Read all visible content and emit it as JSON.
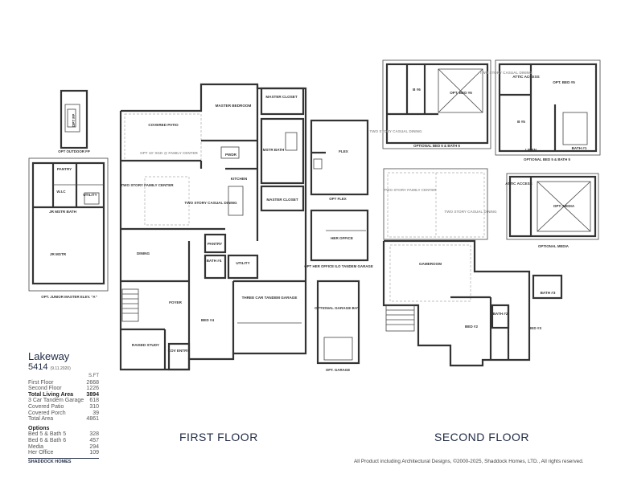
{
  "plan": {
    "name": "Lakeway",
    "number": "5414",
    "date": "(9.11.2020)",
    "area_header": "S.FT",
    "areas": [
      {
        "label": "First Floor",
        "value": "2668",
        "bold": false
      },
      {
        "label": "Second Floor",
        "value": "1226",
        "bold": false
      },
      {
        "label": "Total Living Area",
        "value": "3894",
        "bold": true
      },
      {
        "label": "3 Car Tandem Garage",
        "value": "618",
        "bold": false
      },
      {
        "label": "Covered Patio",
        "value": "310",
        "bold": false
      },
      {
        "label": "Covered Porch",
        "value": "39",
        "bold": false
      },
      {
        "label": "Total Area",
        "value": "4861",
        "bold": false
      }
    ],
    "options_title": "Options",
    "options": [
      {
        "label": "Bed 5 & Bath 5",
        "value": "328"
      },
      {
        "label": "Bed 6 & Bath 6",
        "value": "457"
      },
      {
        "label": "Media",
        "value": "294"
      },
      {
        "label": "Her Office",
        "value": "109"
      }
    ],
    "brand": "SHADDOCK HOMES"
  },
  "titles": {
    "first_floor": "FIRST FLOOR",
    "second_floor": "SECOND FLOOR"
  },
  "copyright": "All Product including Architectural Designs, ©2000-2025, Shaddock Homes, LTD., All rights reserved.",
  "rooms": {
    "covered_patio": "COVERED PATIO",
    "opt_10_slide": "OPT 10' SGD @ FAMILY CENTER",
    "master_bedroom": "MASTER BEDROOM",
    "master_closet_1": "MASTER CLOSET",
    "mstr_bath": "MSTR BATH",
    "master_closet_2": "MASTER CLOSET",
    "pwdr": "PWDR",
    "kitchen": "KITCHEN",
    "two_story_family": "TWO STORY FAMILY CENTER",
    "two_story_dining": "TWO STORY CASUAL DINING",
    "pantry": "PANTRY",
    "dining": "DINING",
    "bath4": "BATH #4",
    "utility": "UTILITY",
    "foyer": "FOYER",
    "bed4": "BED #4",
    "garage": "THREE CAR TANDEM GARAGE",
    "raised_study": "RAISED STUDY",
    "cov_entry": "COV ENTRY",
    "opt_fp": "OPT FP",
    "opt_outdoor_fp": "OPT OUTDOOR FP",
    "jr_pantry": "PANTRY",
    "jr_utility": "UTILITY",
    "jr_wic": "W.I.C",
    "jr_bath": "JR MSTR BATH",
    "jr_mstr": "JR MSTR",
    "opt_junior_master": "OPT. JUNIOR MASTER ELEV. \"A\"",
    "flex": "FLEX",
    "opt_flex": "OPT FLEX",
    "her_office": "HER OFFICE",
    "opt_her_office": "OPT HER OFFICE ILO TANDEM GARAGE",
    "opt_garage_bay": "OPTIONAL GARAGE BAY",
    "opt_garage": "OPT. GARAGE",
    "opt_bed6": "OPT. BED #6",
    "bath6": "B #6",
    "two_story_casual_a": "TWO STORY CASUAL DINING",
    "optional_bed6_bath6": "OPTIONAL BED 6 & BATH 6",
    "two_story_casual_b": "TWO STORY CASUAL DINING",
    "attic_access": "ATTIC ACCESS",
    "opt_bed5": "OPT. BED #5",
    "bath5": "B #5",
    "linen": "LINEN",
    "bath1": "BATH #1",
    "optional_bed5_bath5": "OPTIONAL BED 5 & BATH 5",
    "attic_access_2": "ATTIC ACCESS",
    "opt_media": "OPT. MEDIA",
    "optional_media": "OPTIONAL MEDIA",
    "sf_family": "TWO STORY FAMILY CENTER",
    "sf_dining": "TWO STORY CASUAL DINING",
    "gameroom": "GAMEROOM",
    "bed2": "BED #2",
    "bath2": "BATH #2",
    "bath3": "BATH #3",
    "bed3": "BED #3"
  }
}
